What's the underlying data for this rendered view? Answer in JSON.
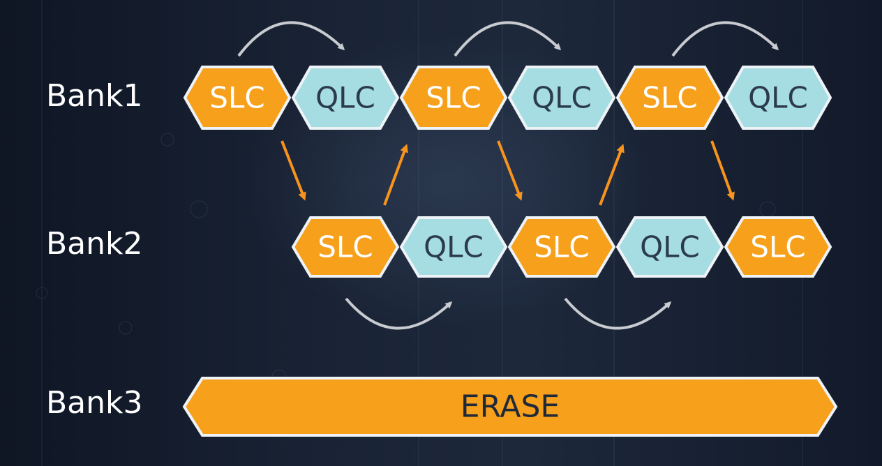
{
  "colors": {
    "slc_fill": "#f7a01c",
    "qlc_fill": "#a6dde2",
    "cell_stroke": "#eef3f7",
    "arrow_orange": "#f7931e",
    "arrow_gray": "#c8cbd0",
    "bank_label": "#ffffff",
    "erase_text": "#1f2a38"
  },
  "banks": [
    {
      "label": "Bank1",
      "cells": [
        "SLC",
        "QLC",
        "SLC",
        "QLC",
        "SLC",
        "QLC"
      ]
    },
    {
      "label": "Bank2",
      "cells": [
        "SLC",
        "QLC",
        "SLC",
        "QLC",
        "SLC"
      ]
    },
    {
      "label": "Bank3",
      "bar_label": "ERASE"
    }
  ],
  "icons": {
    "curved_arrow": "curved-arrow-icon",
    "diagonal_arrow": "diagonal-arrow-icon"
  }
}
